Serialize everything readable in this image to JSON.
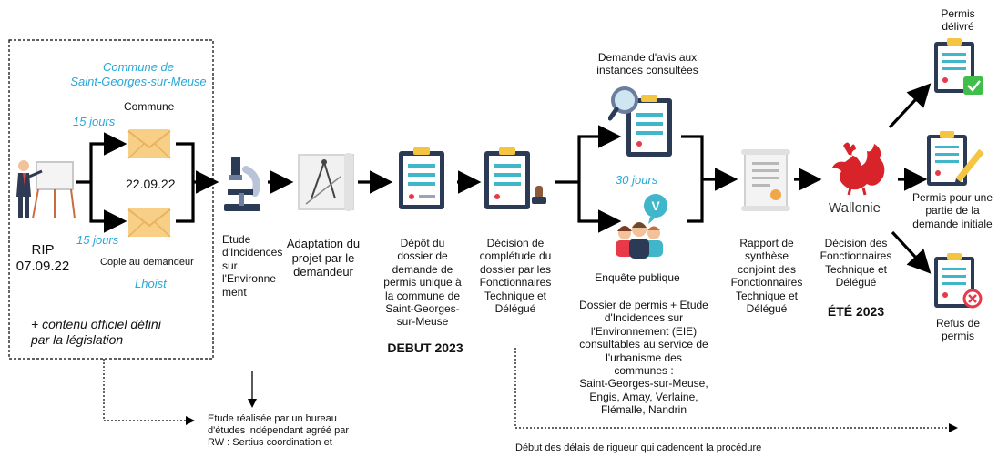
{
  "commune_box": {
    "commune_title": "Commune de\nSaint-Georges-sur-Meuse",
    "days_top": "15 jours",
    "commune_label": "Commune",
    "date": "22.09.22",
    "days_bottom": "15 jours",
    "copy_label": "Copie au demandeur",
    "company": "Lhoist",
    "rip_label": "RIP\n07.09.22",
    "note": "+ contenu officiel défini\npar la législation"
  },
  "steps": {
    "etude": "Etude\nd'Incidences\nsur\nl'Environne\nment",
    "adaptation": "Adaptation du\nprojet par le\ndemandeur",
    "depot": "Dépôt du\ndossier de\ndemande de\npermis unique à\nla commune de\nSaint-Georges-\nsur-Meuse",
    "decision_completude": "Décision de\ncomplétude du\ndossier par les\nFonctionnaires\nTechnique et\nDélégué",
    "debut_2023": "DEBUT 2023",
    "demande_avis": "Demande d'avis aux\ninstances consultées",
    "days_30": "30 jours",
    "enquete": "Enquête publique",
    "dossier_note": "Dossier de permis + Etude\nd'Incidences sur\nl'Environnement (EIE)\nconsultables au service de\nl'urbanisme des\ncommunes :\nSaint-Georges-sur-Meuse,\nEngis, Amay, Verlaine,\nFlémalle, Nandrin",
    "rapport": "Rapport de\nsynthèse\nconjoint des\nFonctionnaires\nTechnique et\nDélégué",
    "wallonie": "Wallonie",
    "decision_fonctionnaires": "Décision des\nFonctionnaires\nTechnique et\nDélégué",
    "ete_2023": "ÉTÉ 2023",
    "permis_delivre": "Permis\ndélivré",
    "permis_partie": "Permis pour une\npartie de la\ndemande initiale",
    "refus": "Refus de\npermis"
  },
  "footnotes": {
    "etude_note": "Etude réalisée par un bureau\nd'études indépendant agréé par\nRW : Sertius  coordination et",
    "delais": "Début des délais de rigueur qui cadencent la procédure"
  },
  "colors": {
    "accent_blue": "#2aa7d8",
    "envelope": "#f7cf86",
    "doc_navy": "#2b3a55",
    "doc_teal": "#3fb6c9",
    "doc_yellow": "#f5c542",
    "wallonie_red": "#d9232a",
    "check_green": "#3fbf4a",
    "refus_red": "#e8394a"
  }
}
